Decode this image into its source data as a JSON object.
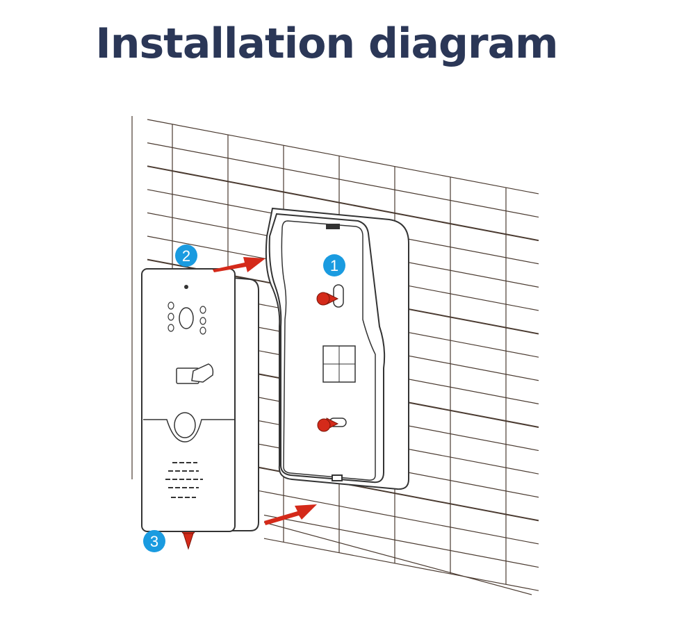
{
  "title": "Installation diagram",
  "steps": [
    {
      "label": "1"
    },
    {
      "label": "2"
    },
    {
      "label": "3"
    }
  ],
  "colors": {
    "title": "#2b3757",
    "badge": "#1a9be0",
    "arrow": "#d42a1a",
    "brick": "#5a3a2a"
  }
}
